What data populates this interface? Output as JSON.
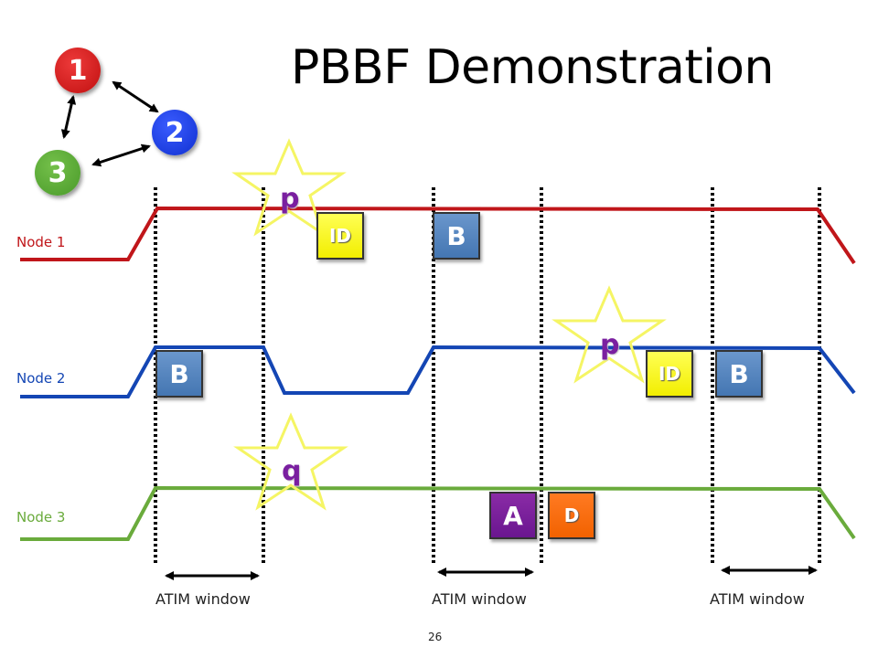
{
  "title": "PBBF Demonstration",
  "nodes": [
    {
      "label": "Node 1",
      "color": "#c0161a"
    },
    {
      "label": "Node 2",
      "color": "#1446b4"
    },
    {
      "label": "Node 3",
      "color": "#6aab3c"
    }
  ],
  "topology": {
    "node1": "1",
    "node2": "2",
    "node3": "3",
    "colors": {
      "node1": "#cc1a1a",
      "node2": "#1a3ee6",
      "node3": "#5aa83a"
    }
  },
  "packets": {
    "n1_id": "ID",
    "n1_b": "B",
    "n2_b1": "B",
    "n2_id": "ID",
    "n2_b2": "B",
    "n3_a": "A",
    "n3_d": "D"
  },
  "stars": {
    "star1": "p",
    "star2": "p",
    "star3": "q"
  },
  "atim_windows": [
    "ATIM window",
    "ATIM window",
    "ATIM window"
  ],
  "page_number": "26"
}
